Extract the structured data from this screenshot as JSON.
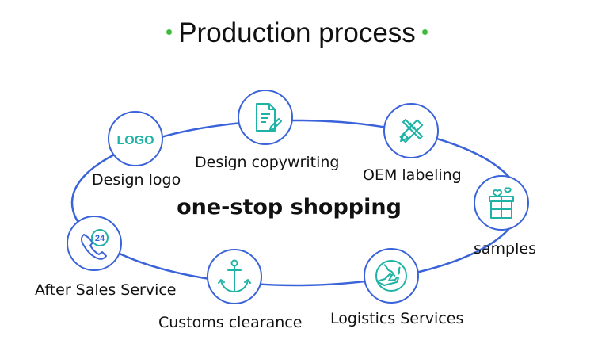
{
  "title": "Production process",
  "center": "one-stop shopping",
  "accent_color": "#3b63d9",
  "icon_color": "#1fb3a6",
  "bullet_color": "#3dbb3d",
  "logo_text": "LOGO",
  "steps": [
    {
      "label": "Design logo",
      "icon": "logo-text-icon"
    },
    {
      "label": "Design copywriting",
      "icon": "document-pen-icon"
    },
    {
      "label": "OEM labeling",
      "icon": "pencil-ruler-icon"
    },
    {
      "label": "samples",
      "icon": "gift-box-icon"
    },
    {
      "label": "Logistics Services",
      "icon": "globe-plane-icon"
    },
    {
      "label": "Customs clearance",
      "icon": "anchor-icon"
    },
    {
      "label": "After Sales Service",
      "icon": "phone-24-icon"
    }
  ],
  "phone_badge": "24"
}
